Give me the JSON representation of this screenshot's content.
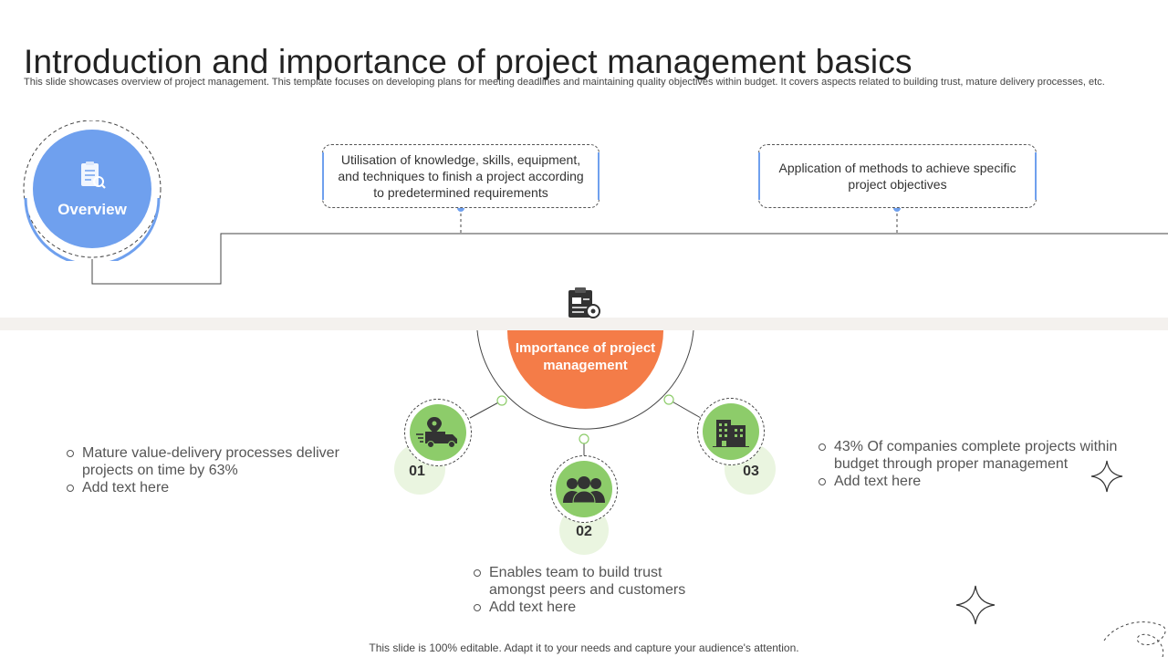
{
  "title": "Introduction and importance of project management basics",
  "subtitle": "This slide showcases overview of project management. This template focuses on developing plans for meeting deadlines and maintaining quality objectives within budget. It covers aspects related to building trust, mature delivery processes, etc.",
  "overview": {
    "label": "Overview",
    "icon": "checklist-search-icon"
  },
  "definitions": [
    {
      "text": "Utilisation of knowledge, skills, equipment, and techniques to finish a project according to predetermined requirements"
    },
    {
      "text": "Application of methods to achieve specific project objectives"
    }
  ],
  "importance": {
    "label": "Importance of project management",
    "icon": "clipboard-gear-icon"
  },
  "nodes": [
    {
      "number": "01",
      "icon": "delivery-truck-icon",
      "bullets": [
        "Mature value-delivery  processes deliver projects on time by 63%",
        "Add text here"
      ]
    },
    {
      "number": "02",
      "icon": "team-people-icon",
      "bullets": [
        "Enables team to build trust amongst peers and customers",
        "Add text here"
      ]
    },
    {
      "number": "03",
      "icon": "office-building-icon",
      "bullets": [
        "43% Of companies complete projects within budget through  proper management",
        "Add text here"
      ]
    }
  ],
  "footer": "This slide is 100% editable. Adapt it to your needs and capture your audience's attention.",
  "colors": {
    "accent_blue": "#6fa0ee",
    "accent_orange": "#f47c48",
    "accent_green": "#8dcc6a",
    "light_green": "#eaf5e0"
  }
}
